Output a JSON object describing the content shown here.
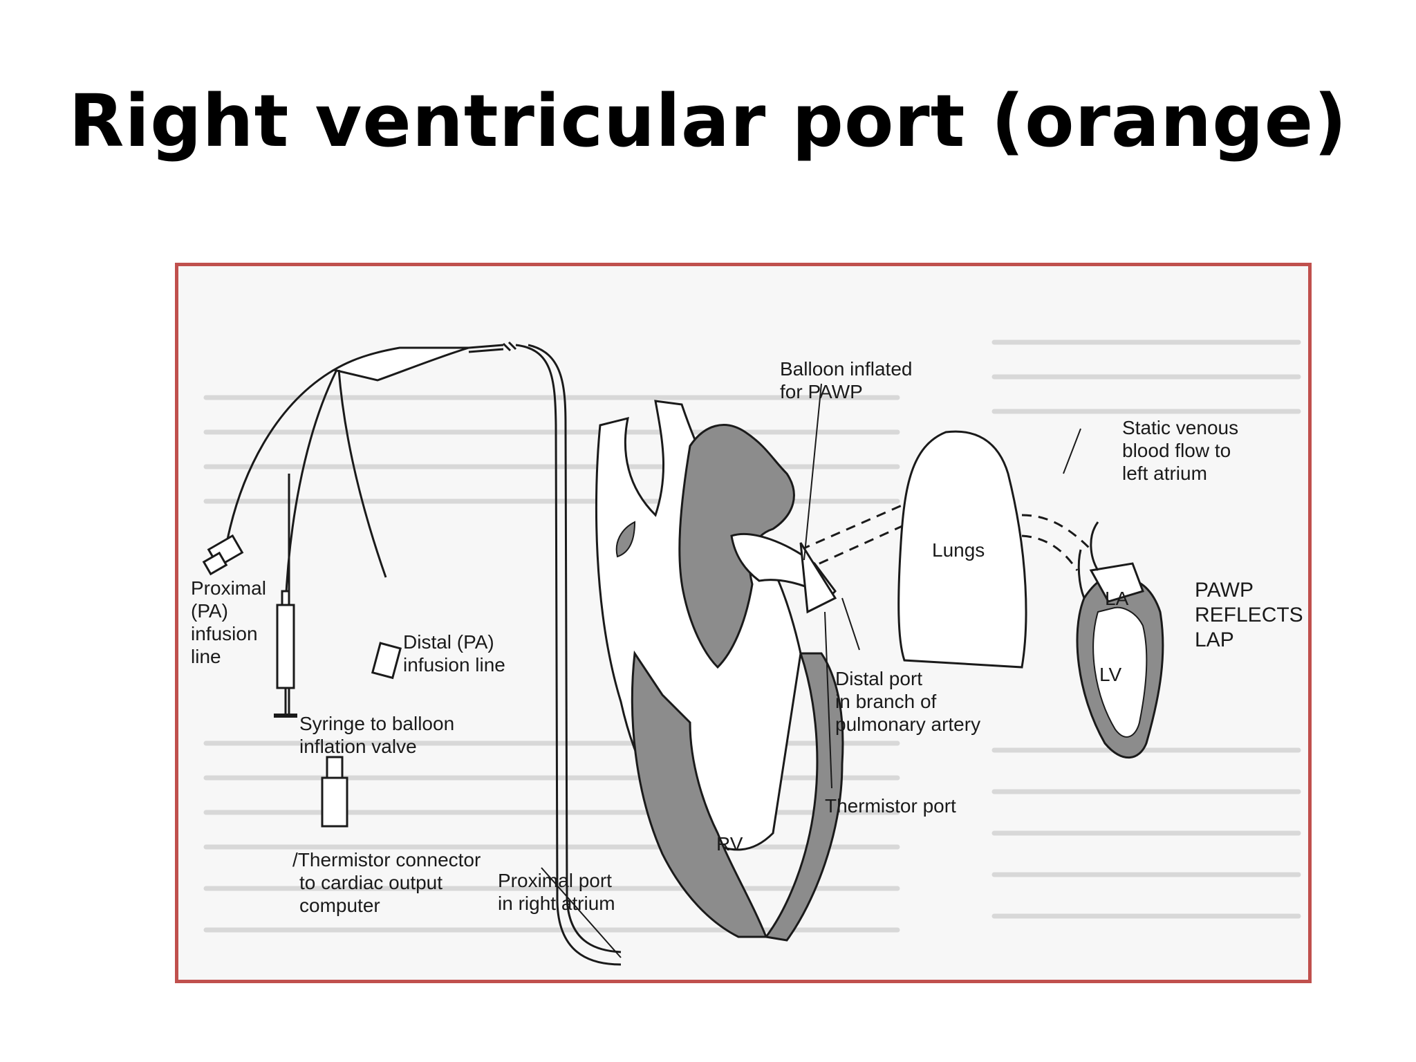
{
  "slide": {
    "title": "Right ventricular port (orange)"
  },
  "diagram": {
    "labels": {
      "proximal_infusion": [
        "Proximal",
        "(PA)",
        "infusion",
        "line"
      ],
      "distal_infusion": [
        "Distal (PA)",
        "infusion line"
      ],
      "syringe": [
        "Syringe to balloon",
        "inflation valve"
      ],
      "thermistor_connector": [
        "/Thermistor connector",
        "to cardiac output",
        "computer"
      ],
      "proximal_port": [
        "Proximal port",
        "in right atrium"
      ],
      "rv": "RV",
      "balloon": [
        "Balloon inflated",
        "for PAWP"
      ],
      "lungs": "Lungs",
      "distal_port": [
        "Distal port",
        "in branch of",
        "pulmonary artery"
      ],
      "thermistor_port": "Thermistor port",
      "static_flow": [
        "Static venous",
        "blood flow to",
        "left atrium"
      ],
      "la": "LA",
      "lv": "LV",
      "pawp": [
        "PAWP",
        "REFLECTS",
        "LAP"
      ]
    },
    "colors": {
      "frame_border": "#c0504d",
      "heart_fill": "#8c8c8c",
      "line": "#1a1a1a"
    }
  }
}
